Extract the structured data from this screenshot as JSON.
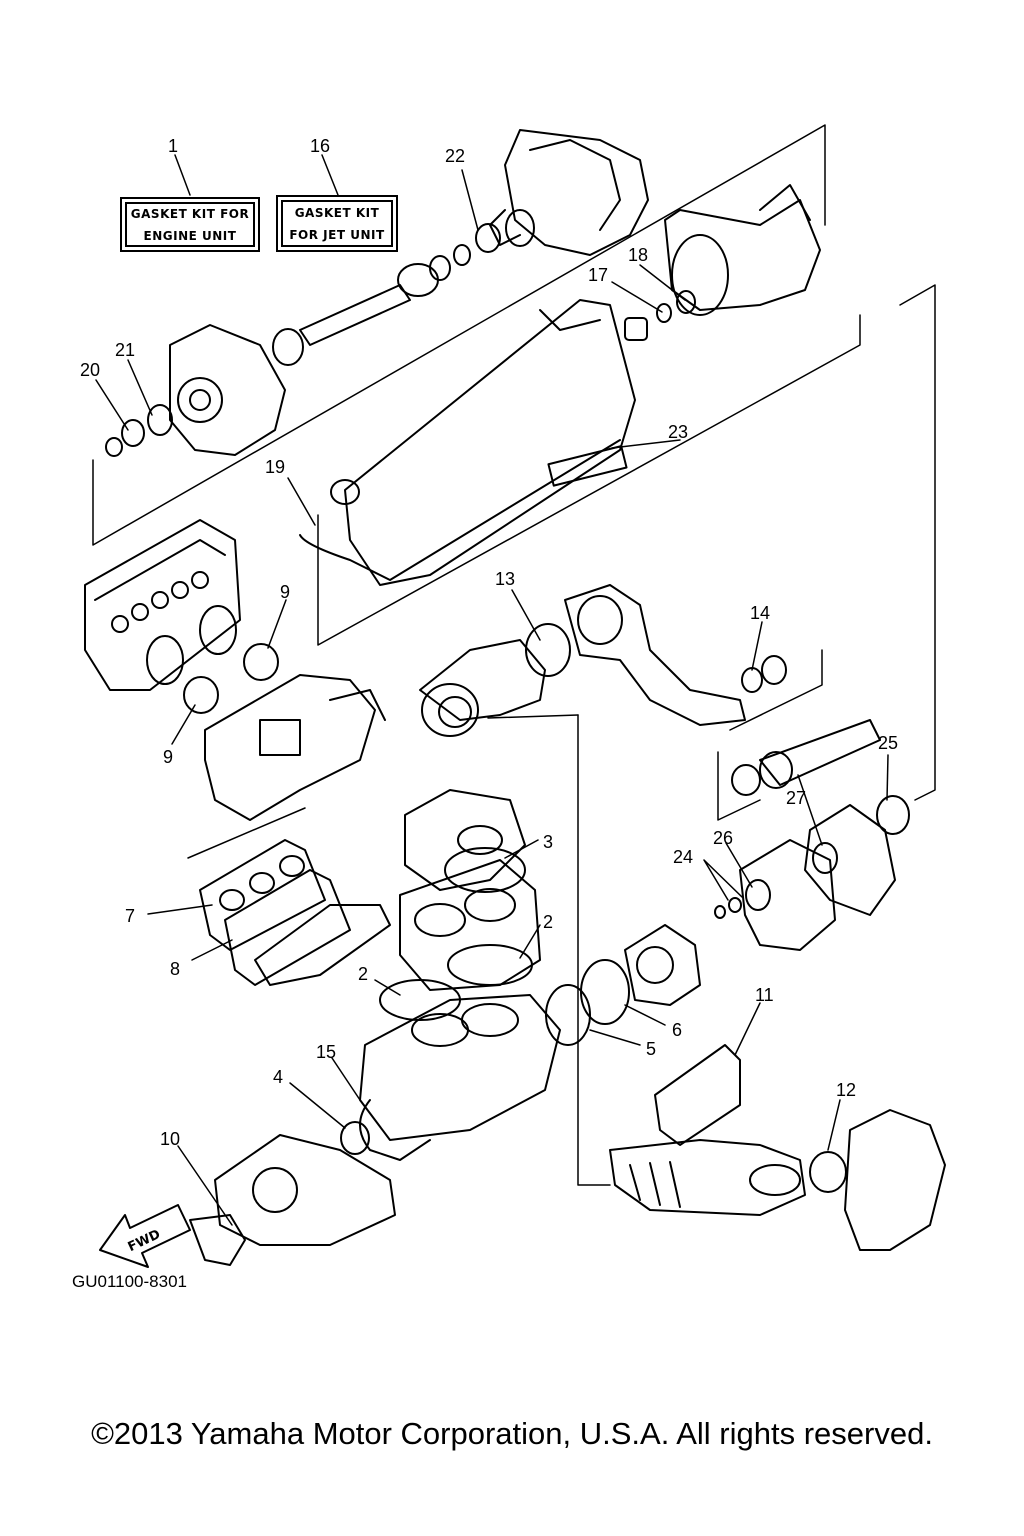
{
  "kit_labels": [
    {
      "number": "1",
      "line1": "GASKET KIT FOR",
      "line2": "ENGINE UNIT"
    },
    {
      "number": "16",
      "line1": "GASKET KIT",
      "line2": "FOR JET UNIT"
    }
  ],
  "callouts": [
    "1",
    "16",
    "22",
    "18",
    "17",
    "21",
    "20",
    "23",
    "19",
    "13",
    "9",
    "14",
    "9",
    "25",
    "27",
    "3",
    "26",
    "24",
    "7",
    "2",
    "8",
    "2",
    "11",
    "6",
    "5",
    "15",
    "12",
    "4",
    "10"
  ],
  "fwd_label": "FWD",
  "diagram_code": "GU01100-8301",
  "copyright": "©2013 Yamaha Motor Corporation, U.S.A. All rights reserved."
}
